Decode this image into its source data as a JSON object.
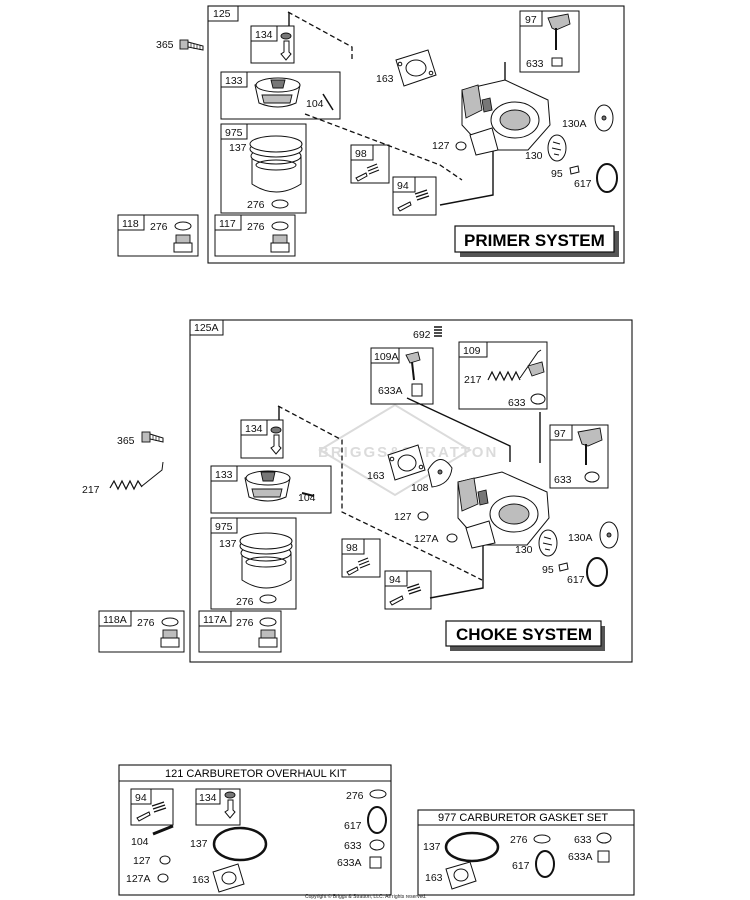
{
  "primer": {
    "frame_label": "125",
    "title": "PRIMER SYSTEM",
    "labels": {
      "p365": "365",
      "p134": "134",
      "p133": "133",
      "p104": "104",
      "p975": "975",
      "p137": "137",
      "p276a": "276",
      "p118": "118",
      "p276b": "276",
      "p117": "117",
      "p276c": "276",
      "p98": "98",
      "p94": "94",
      "p163": "163",
      "p127": "127",
      "p97": "97",
      "p633": "633",
      "p130A": "130A",
      "p130": "130",
      "p95": "95",
      "p617": "617"
    }
  },
  "choke": {
    "frame_label": "125A",
    "title": "CHOKE SYSTEM",
    "labels": {
      "p692": "692",
      "p109A": "109A",
      "p633A": "633A",
      "p109": "109",
      "p217a": "217",
      "p633a": "633",
      "p365": "365",
      "p217b": "217",
      "p134": "134",
      "p133": "133",
      "p104": "104",
      "p975": "975",
      "p137": "137",
      "p276a": "276",
      "p118A": "118A",
      "p276b": "276",
      "p117A": "117A",
      "p276c": "276",
      "p163": "163",
      "p108": "108",
      "p127": "127",
      "p127A": "127A",
      "p98": "98",
      "p94": "94",
      "p130": "130",
      "p97": "97",
      "p633b": "633",
      "p130A": "130A",
      "p95": "95",
      "p617": "617"
    }
  },
  "overhaul_kit": {
    "title": "121 CARBURETOR OVERHAUL KIT",
    "labels": {
      "p94": "94",
      "p134": "134",
      "p104": "104",
      "p127": "127",
      "p127A": "127A",
      "p137": "137",
      "p163": "163",
      "p276": "276",
      "p617": "617",
      "p633": "633",
      "p633A": "633A"
    }
  },
  "gasket_set": {
    "title": "977 CARBURETOR GASKET SET",
    "labels": {
      "p137": "137",
      "p163": "163",
      "p276": "276",
      "p617": "617",
      "p633": "633",
      "p633A": "633A"
    }
  },
  "watermark": "BRIGGS&STRATTON",
  "copyright": "Copyright © Briggs & Stratton, LLC. All rights reserved."
}
